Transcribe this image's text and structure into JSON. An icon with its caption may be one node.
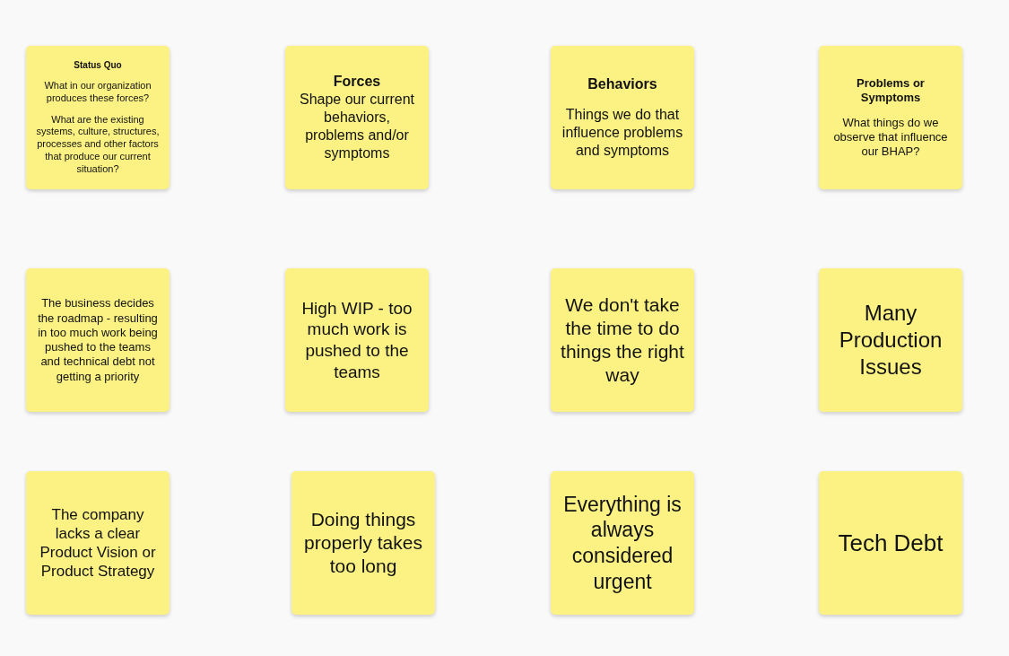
{
  "diagram": {
    "nodes": [
      {
        "text": [
          "Status Quo",
          "What in our organization produces these forces?",
          "What are the existing systems, culture, structures, processes and other factors that produce our current situation?"
        ]
      },
      {
        "text": [
          "Forces",
          "Shape our current behaviors, problems and/or symptoms"
        ]
      },
      {
        "text": [
          "Behaviors",
          "Things we do that influence problems and symptoms"
        ]
      },
      {
        "text": [
          "Problems or Symptoms",
          "What things do we observe that influence our BHAP?"
        ]
      },
      {
        "text": [
          "The business decides the roadmap - resulting in too much work being pushed to the teams and technical debt not getting a priority"
        ]
      },
      {
        "text": [
          "High WIP - too much work is pushed to the teams"
        ]
      },
      {
        "text": [
          "We don't take the time to do things the right way"
        ]
      },
      {
        "text": [
          "Many Production Issues"
        ]
      },
      {
        "text": [
          "The company lacks a clear Product Vision or Product Strategy"
        ]
      },
      {
        "text": [
          "Doing things properly takes too long"
        ]
      },
      {
        "text": [
          "Everything is always considered urgent"
        ]
      },
      {
        "text": [
          "Tech Debt"
        ]
      }
    ],
    "edges": []
  }
}
